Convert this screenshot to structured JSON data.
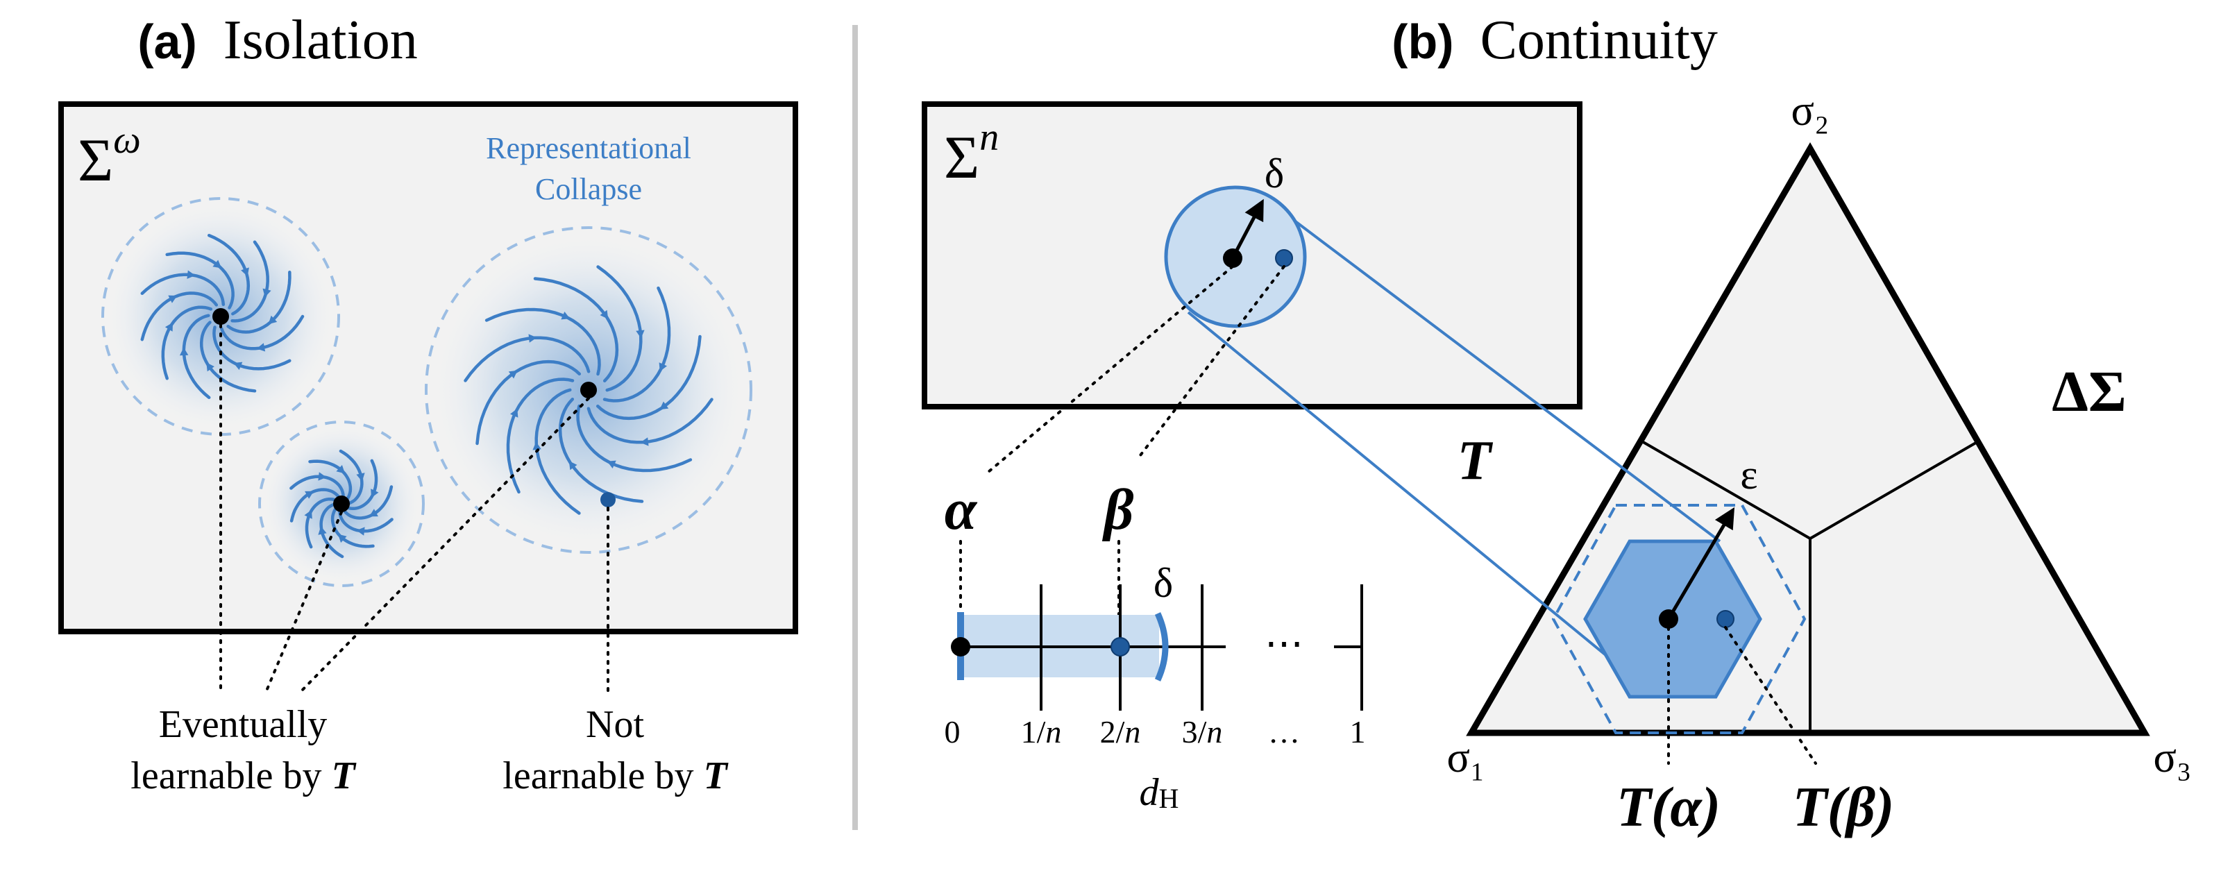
{
  "panel_a": {
    "title_label": "(a)",
    "title_text": "Isolation",
    "space_symbol": "Σ",
    "space_superscript": "ω",
    "collapse_label_line1": "Representational",
    "collapse_label_line2": "Collapse",
    "learnable_line1": "Eventually",
    "learnable_line2_prefix": "learnable by ",
    "learnable_line2_symbol": "T",
    "not_learnable_line1": "Not",
    "not_learnable_line2_prefix": "learnable by ",
    "not_learnable_line2_symbol": "T"
  },
  "panel_b": {
    "title_label": "(b)",
    "title_text": "Continuity",
    "space_symbol": "Σ",
    "space_superscript": "n",
    "delta_label": "δ",
    "map_label": "T",
    "alpha_label": "α",
    "beta_label": "β",
    "ruler_delta_label": "δ",
    "ruler_ticks": [
      "0",
      "1/n",
      "2/n",
      "3/n",
      "…",
      "1"
    ],
    "ruler_ellipsis": "⋯",
    "distance_label_main": "d",
    "distance_label_sub": "H",
    "simplex_label": "ΔΣ",
    "vertex_top": "σ₂",
    "vertex_left": "σ₁",
    "vertex_right": "σ₃",
    "epsilon_label": "ε",
    "t_alpha_label": "T(α)",
    "t_beta_label": "T(β)"
  },
  "colors": {
    "accent_blue": "#3d7ec6",
    "dark_blue": "#1f5a9c",
    "light_blue_fill": "#c9ddf1",
    "box_fill": "#f2f2f2",
    "divider": "#c8c8c8"
  }
}
